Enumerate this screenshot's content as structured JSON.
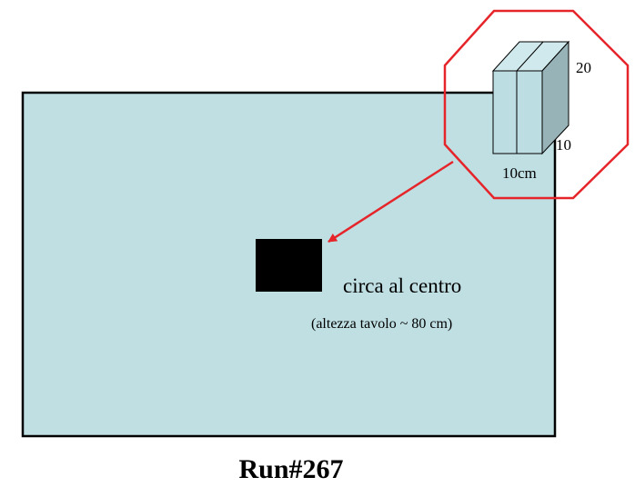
{
  "colors": {
    "table_fill": "#bfdfe3",
    "outline": "#000000",
    "highlight": "#e5252a",
    "box_front": "#bcdde2",
    "box_top": "#cfe9ec",
    "box_side": "#97b3b8",
    "object_fill": "#000000"
  },
  "box": {
    "dim_height": "20",
    "dim_depth": "10",
    "dim_width": "10cm"
  },
  "labels": {
    "position": "circa al centro",
    "table_height": "(altezza tavolo ~ 80 cm)"
  },
  "caption": "Run#267"
}
